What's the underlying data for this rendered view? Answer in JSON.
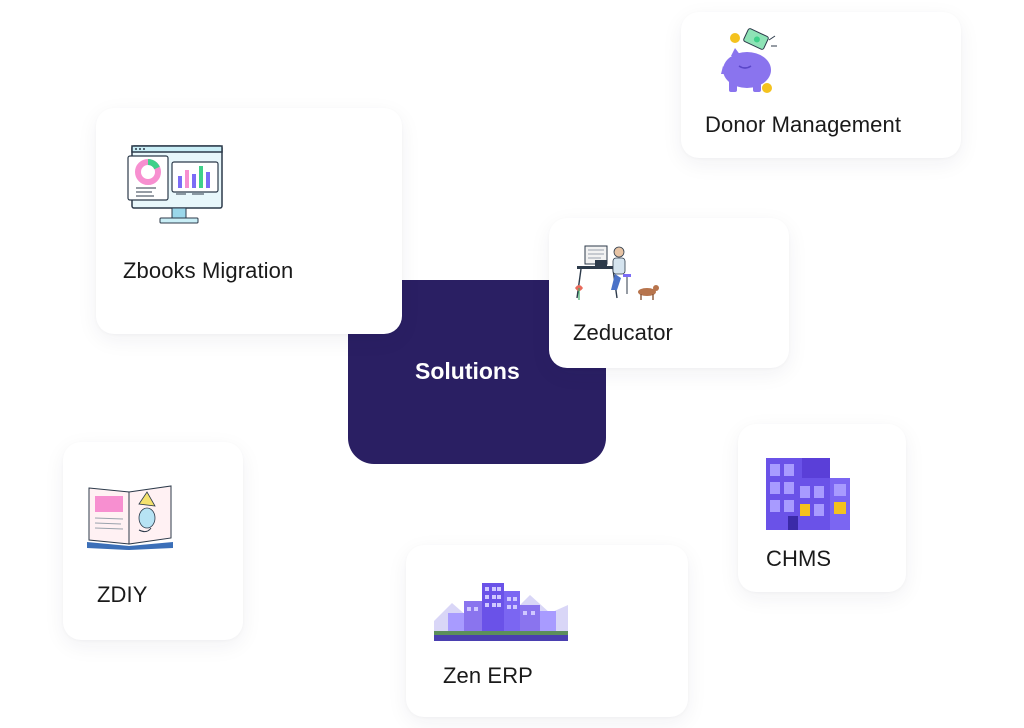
{
  "hub": {
    "title": "Solutions",
    "color": "#2a1f63"
  },
  "solutions": {
    "zbooks_migration": {
      "label": "Zbooks Migration",
      "icon": "dashboard-monitor-icon"
    },
    "donor_management": {
      "label": "Donor Management",
      "icon": "piggy-bank-icon"
    },
    "zeducator": {
      "label": "Zeducator",
      "icon": "teacher-desk-icon"
    },
    "chms": {
      "label": "CHMS",
      "icon": "building-icon"
    },
    "zen_erp": {
      "label": "Zen ERP",
      "icon": "city-skyline-icon"
    },
    "zdiy": {
      "label": "ZDIY",
      "icon": "open-book-icon"
    }
  },
  "colors": {
    "accent_purple": "#7b6cf6",
    "accent_pink": "#f78fd0",
    "accent_green": "#3fd18a",
    "accent_yellow": "#f4c21e"
  }
}
